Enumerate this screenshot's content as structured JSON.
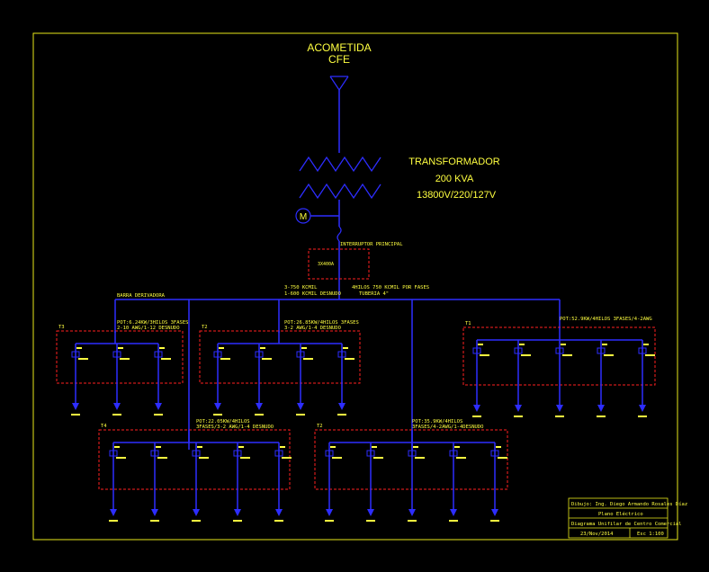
{
  "service": {
    "line1": "ACOMETIDA",
    "line2": "CFE"
  },
  "transformer": {
    "title": "TRANSFORMADOR",
    "capacity": "200  KVA",
    "voltage": "13800V/220/127V"
  },
  "motor": {
    "symbol": "M"
  },
  "main_switch": {
    "label": "INTERRUPTOR PRINCIPAL",
    "box": "3X400A"
  },
  "feeder": {
    "line1": "3-750 KCMIL",
    "line2": "1-600 KCMIL DESNUDO",
    "line3": "4HILOS 750 KCMIL POR FASES",
    "line4": "TUBERIA 4\""
  },
  "bus_label": "BARRA DERIVADORA",
  "panels": {
    "t3": {
      "tag": "T3",
      "desc1": "POT:6.24KW/3HILOS 3FASES",
      "desc2": "2-10 AWG/1-12 DESNUDO",
      "branches": 3
    },
    "t2a": {
      "tag": "T2",
      "desc1": "POT:26.85KW/4HILOS 3FASES",
      "desc2": "3-2 AWG/1-4 DESNUDO",
      "branches": 4
    },
    "t1": {
      "tag": "T1",
      "desc1": "POT:52.9KW/4HILOS 3FASES/4-2AWG",
      "desc2": "",
      "branches": 5
    },
    "t4": {
      "tag": "T4",
      "desc1": "POT:22.05KW/4HILOS",
      "desc2": "3FASES/3-2 AWG/1-4 DESNUDO",
      "branches": 5
    },
    "t2b": {
      "tag": "T2",
      "desc1": "POT:35.9KW/4HILOS",
      "desc2": "3FASES/4-2AWG/1-4DESNUDO",
      "branches": 5
    }
  },
  "title_block": {
    "author": "Dibujo: Ing. Diego Armando Rosales Díaz",
    "sheet": "Plano Eléctrico",
    "description": "Diagrama Unifilar de Centro Comercial",
    "date": "23/Nov/2014",
    "scale": "Esc 1:100"
  },
  "colors": {
    "border": "#e8e81a",
    "bus": "#2d2dff",
    "panel_outline": "#ff2020",
    "text": "#ffff40"
  }
}
